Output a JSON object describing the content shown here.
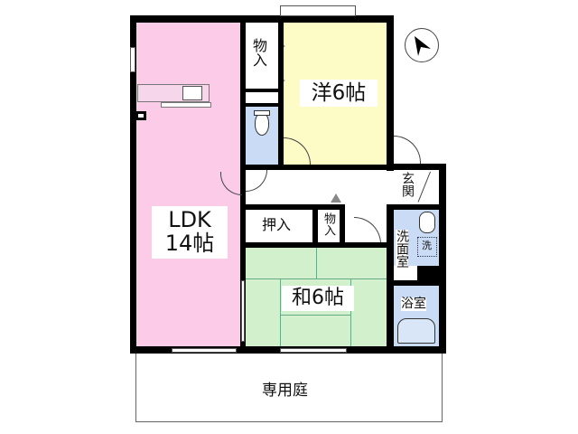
{
  "floorplan": {
    "rooms": {
      "ldk": {
        "name": "LDK",
        "size": "14帖",
        "color": "#fbcbe8"
      },
      "western": {
        "name": "洋6帖",
        "color": "#fdfbc6"
      },
      "japanese": {
        "name": "和6帖",
        "color": "#d2f0cc"
      },
      "storage_top": {
        "name": "物入"
      },
      "storage_mid": {
        "name": "物入"
      },
      "closet": {
        "name": "押入"
      },
      "entrance": {
        "name": "玄関"
      },
      "washroom": {
        "name": "洗面室",
        "color": "#c9dbf5"
      },
      "washer": {
        "name": "洗"
      },
      "bathroom": {
        "name": "浴室",
        "color": "#c9dbf5"
      },
      "toilet": {
        "color": "#c9dbf5"
      },
      "garden": {
        "name": "専用庭"
      }
    },
    "compass": {
      "icon": "north-arrow-icon"
    }
  }
}
